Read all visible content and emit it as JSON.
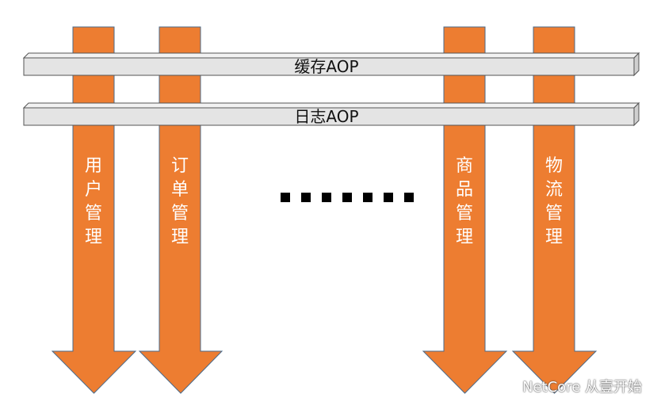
{
  "modules": [
    {
      "id": "user",
      "chars": [
        "用",
        "户",
        "管",
        "理"
      ]
    },
    {
      "id": "order",
      "chars": [
        "订",
        "单",
        "管",
        "理"
      ]
    },
    {
      "id": "product",
      "chars": [
        "商",
        "品",
        "管",
        "理"
      ]
    },
    {
      "id": "logistics",
      "chars": [
        "物",
        "流",
        "管",
        "理"
      ]
    }
  ],
  "aspects": [
    {
      "id": "cache",
      "label": "缓存AOP"
    },
    {
      "id": "log",
      "label": "日志AOP"
    }
  ],
  "ellipsis_count": 7,
  "watermark": {
    "text": "NetCore 从壹开始",
    "icon": "wechat-icon"
  },
  "colors": {
    "arrow": "#ED7D31",
    "arrow_stroke": "#4A6A8A",
    "bar": "#E4E4E4",
    "bar_top": "#F2F2F2",
    "bar_stroke": "#555555"
  }
}
